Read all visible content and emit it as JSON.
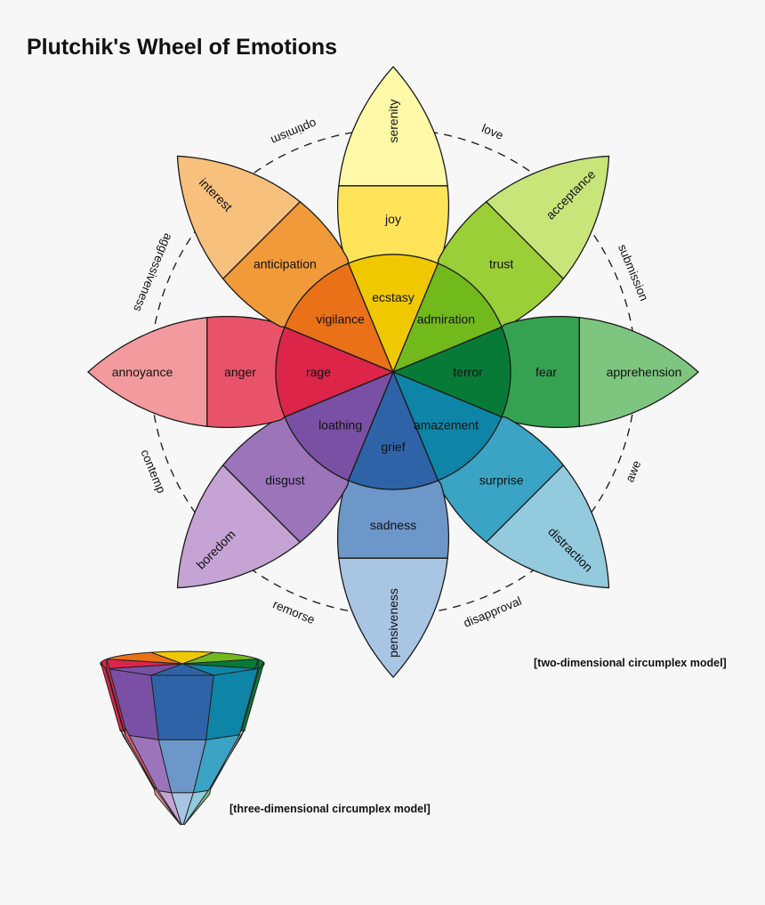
{
  "title": "Plutchik's Wheel of Emotions",
  "emotions": [
    {
      "name": "joy",
      "angle": -90,
      "outer": "serenity",
      "middle": "joy",
      "inner": "ecstasy",
      "colors": {
        "outer": "#fff9a8",
        "middle": "#ffe45a",
        "inner": "#f0c800"
      }
    },
    {
      "name": "trust",
      "angle": -45,
      "outer": "acceptance",
      "middle": "trust",
      "inner": "admiration",
      "colors": {
        "outer": "#c8e57a",
        "middle": "#9bcf37",
        "inner": "#72b91c"
      }
    },
    {
      "name": "fear",
      "angle": 0,
      "outer": "apprehension",
      "middle": "fear",
      "inner": "terror",
      "colors": {
        "outer": "#7ec680",
        "middle": "#35a251",
        "inner": "#077a38"
      }
    },
    {
      "name": "surprise",
      "angle": 45,
      "outer": "distraction",
      "middle": "surprise",
      "inner": "amazement",
      "colors": {
        "outer": "#93cadd",
        "middle": "#3ba3c4",
        "inner": "#0e85a6"
      }
    },
    {
      "name": "sadness",
      "angle": 90,
      "outer": "pensiveness",
      "middle": "sadness",
      "inner": "grief",
      "colors": {
        "outer": "#a9c5e4",
        "middle": "#6d97c9",
        "inner": "#2f63a8"
      }
    },
    {
      "name": "disgust",
      "angle": 135,
      "outer": "boredom",
      "middle": "disgust",
      "inner": "loathing",
      "colors": {
        "outer": "#c5a3d4",
        "middle": "#9b74ba",
        "inner": "#7a50a4"
      }
    },
    {
      "name": "anger",
      "angle": 180,
      "outer": "annoyance",
      "middle": "anger",
      "inner": "rage",
      "colors": {
        "outer": "#f29a9e",
        "middle": "#e9536a",
        "inner": "#dc2549"
      }
    },
    {
      "name": "anticipation",
      "angle": 225,
      "outer": "interest",
      "middle": "anticipation",
      "inner": "vigilance",
      "colors": {
        "outer": "#f8c07d",
        "middle": "#f19a3a",
        "inner": "#ea7117"
      }
    }
  ],
  "dyads": [
    "love",
    "submission",
    "awe",
    "disapproval",
    "remorse",
    "contemp",
    "aggressiveness",
    "optimism"
  ],
  "captions": {
    "two_d": "[two-dimensional circumplex model]",
    "three_d": "[three-dimensional circumplex model]"
  }
}
